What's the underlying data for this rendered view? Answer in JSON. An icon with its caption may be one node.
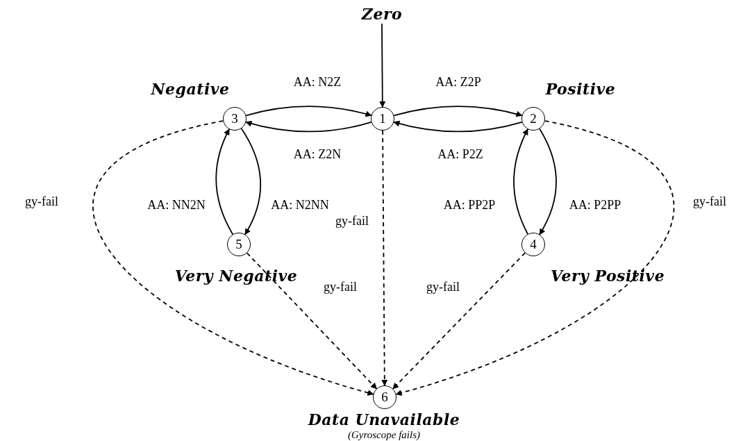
{
  "diagram": {
    "nodes": [
      {
        "text": [
          "3"
        ],
        "beside": [
          "Negative"
        ]
      },
      {
        "text": [
          "1"
        ]
      },
      {
        "text": [
          "2"
        ],
        "beside": [
          "Positive"
        ]
      },
      {
        "text": [
          "5"
        ],
        "beside": [
          "Very Negative"
        ]
      },
      {
        "text": [
          "4"
        ],
        "beside": [
          "Very Positive"
        ]
      },
      {
        "text": [
          "6"
        ],
        "beside": [
          "Data Unavailable",
          "(Gyroscope fails)"
        ]
      },
      {
        "text": [
          "Zero"
        ]
      }
    ],
    "edges": [
      {
        "from": 6,
        "to": 1,
        "arrow": "to"
      },
      {
        "from": 0,
        "to": 1,
        "arrow": "to",
        "label": "AA: N2Z"
      },
      {
        "from": 1,
        "to": 2,
        "arrow": "to",
        "label": "AA: Z2P"
      },
      {
        "from": 1,
        "to": 0,
        "arrow": "to",
        "label": "AA: Z2N"
      },
      {
        "from": 2,
        "to": 1,
        "arrow": "to",
        "label": "AA: P2Z"
      },
      {
        "from": 3,
        "to": 0,
        "arrow": "to",
        "label": "AA: NN2N"
      },
      {
        "from": 0,
        "to": 3,
        "arrow": "to",
        "label": "AA: N2NN"
      },
      {
        "from": 4,
        "to": 2,
        "arrow": "to",
        "label": "AA: PP2P"
      },
      {
        "from": 2,
        "to": 4,
        "arrow": "to",
        "label": "AA: P2PP"
      },
      {
        "from": 0,
        "to": 5,
        "arrow": "to",
        "label": "gy-fail",
        "style": "dashed"
      },
      {
        "from": 1,
        "to": 5,
        "arrow": "to",
        "label": "gy-fail",
        "style": "dashed"
      },
      {
        "from": 3,
        "to": 5,
        "arrow": "to",
        "label": "gy-fail",
        "style": "dashed"
      },
      {
        "from": 4,
        "to": 5,
        "arrow": "to",
        "label": "gy-fail",
        "style": "dashed"
      },
      {
        "from": 2,
        "to": 5,
        "arrow": "to",
        "label": "gy-fail",
        "style": "dashed"
      }
    ]
  }
}
